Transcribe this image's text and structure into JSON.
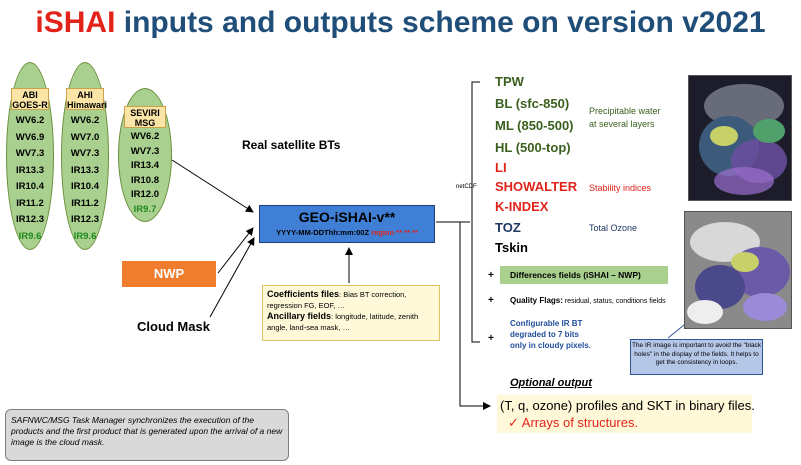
{
  "title": {
    "brand": "iSHAI",
    "rest": " inputs and outputs scheme on version v2021"
  },
  "satellites": [
    {
      "head1": "ABI",
      "head2": "GOES-R",
      "bands": [
        "WV6.2",
        "WV6.9",
        "WV7.3",
        "IR13.3",
        "IR10.4",
        "IR11.2",
        "IR12.3"
      ],
      "last": "IR9.6"
    },
    {
      "head1": "AHI",
      "head2": "Himawari",
      "bands": [
        "WV6.2",
        "WV7.0",
        "WV7.3",
        "IR13.3",
        "IR10.4",
        "IR11.2",
        "IR12.3"
      ],
      "last": "IR9.6"
    },
    {
      "head1": "SEVIRI",
      "head2": "MSG",
      "bands": [
        "WV6.2",
        "WV7.3",
        "IR13.4",
        "IR10.8",
        "IR12.0"
      ],
      "last": "IR9.7"
    }
  ],
  "real_bts_label": "Real satellite BTs",
  "netcdf_label": "netCDF",
  "geo": {
    "name": "GEO-iSHAI-v**",
    "file_black": "YYYY-MM-DDThh:mm:00Z ",
    "file_red": "region",
    "file_tail": " ** ** **"
  },
  "nwp_label": "NWP",
  "cloud_mask_label": "Cloud Mask",
  "coefficients": {
    "coef_title": "Coefficients files",
    "coef_text": ": Bias BT correction, regression FG, EOF, …",
    "anc_title": "Ancillary fields",
    "anc_text": ": longitude, latitude, zenith angle, land-sea mask, …"
  },
  "outputs": {
    "tpw": "TPW",
    "bl": "BL (sfc-850)",
    "ml": "ML (850-500)",
    "hl": "HL (500-top)",
    "li": "LI",
    "showalter": "SHOWALTER",
    "kindex": "K-INDEX",
    "toz": "TOZ",
    "tskin": "Tskin",
    "precip_note1": "Precipitable water",
    "precip_note2": "at several layers",
    "stability_note": "Stability indices",
    "ozone_note": "Total Ozone"
  },
  "extras": {
    "plus": "+",
    "diff": "Differences fields (iSHAI – NWP)",
    "qflags_title": "Quality Flags:",
    "qflags_text": " residual, status, conditions fields",
    "config1": "Configurable IR BT",
    "config2": "degraded to 7 bits",
    "config3": "only in cloudy pixels."
  },
  "ir_note": "The IR image is important to avoid the \"black holes\" in the display of the fields. It helps to get the consistency in loops.",
  "optional": {
    "title": "Optional output",
    "line1": "(T, q, ozone) profiles and SKT in binary files.",
    "line2": "✓  Arrays of structures."
  },
  "safnwc_note": "SAFNWC/MSG Task Manager synchronizes the execution of the products and the first product that is generated upon the arrival of a new image is the cloud mask.",
  "colors": {
    "title_blue": "#1f4e79",
    "brand_red": "#e2231a",
    "oval_green": "#a9d08e",
    "geo_blue": "#3f7fd6",
    "nwp_orange": "#f07c2e"
  }
}
